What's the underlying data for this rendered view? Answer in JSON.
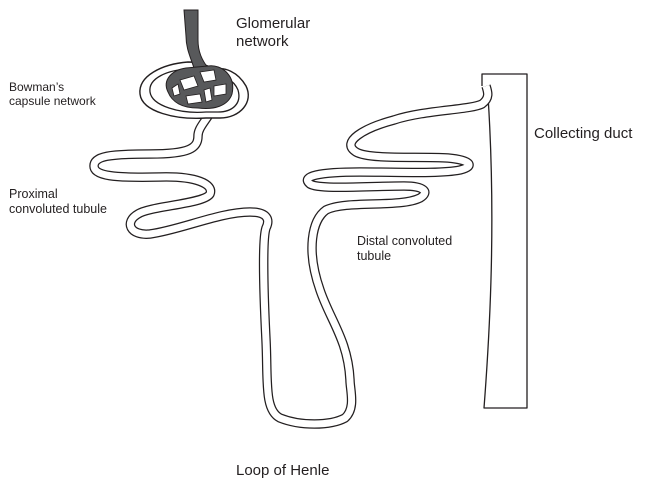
{
  "diagram": {
    "labels": {
      "glomerular": [
        "Glomerular",
        "network"
      ],
      "bowman": [
        "Bowman’s",
        "capsule network"
      ],
      "proximal": [
        "Proximal",
        "convoluted tubule"
      ],
      "distal": [
        "Distal convoluted",
        "tubule"
      ],
      "collecting": [
        "Collecting duct"
      ],
      "loop": [
        "Loop of Henle"
      ]
    },
    "colors": {
      "stroke": "#231f20",
      "vessel_fill": "#58595b",
      "background": "#ffffff"
    }
  }
}
